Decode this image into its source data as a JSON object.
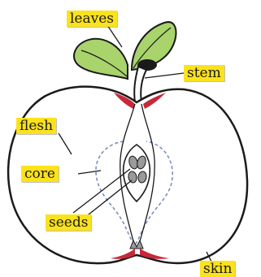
{
  "diagram": {
    "labels": {
      "leaves": "leaves",
      "stem": "stem",
      "flesh": "flesh",
      "core": "core",
      "seeds": "seeds",
      "skin": "skin"
    }
  },
  "colors": {
    "label_background": "#fbe21a",
    "leaf_green": "#a9d36b",
    "outline": "#1a1a1a",
    "skin_red": "#c8283a",
    "core_dash": "#7b8fc0"
  }
}
